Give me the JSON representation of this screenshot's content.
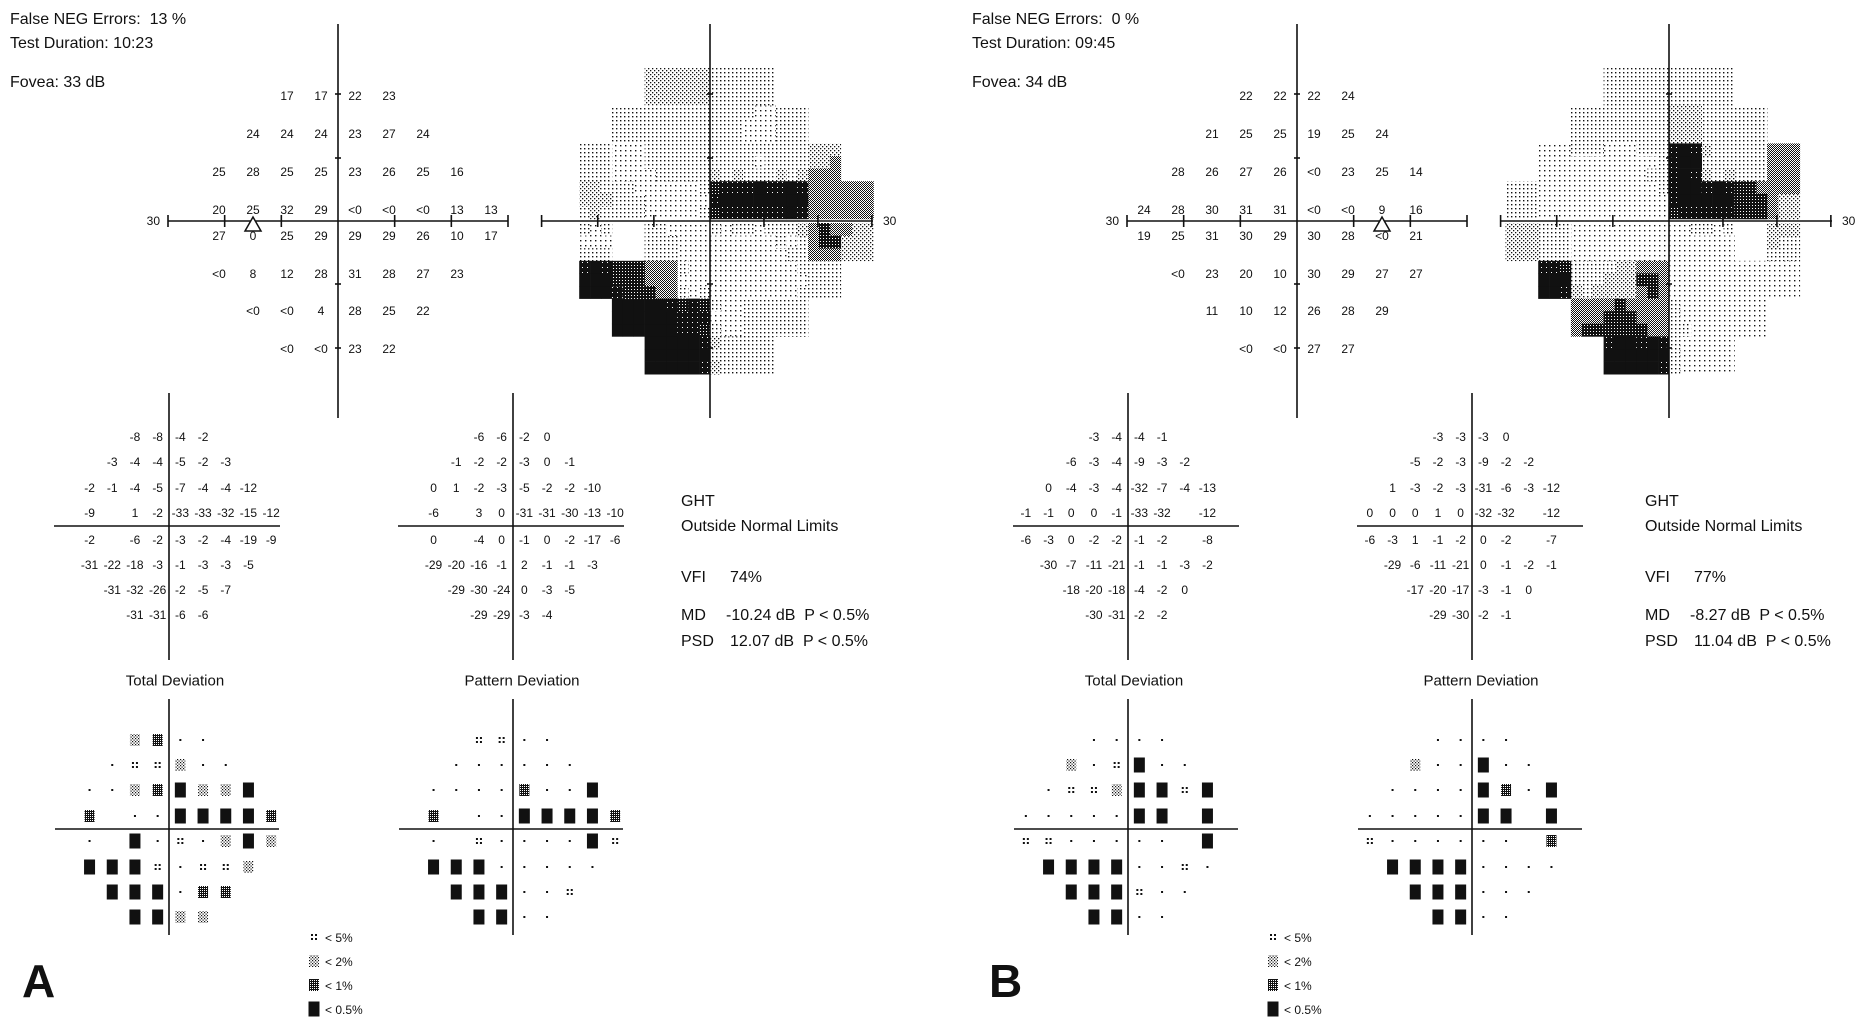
{
  "colors": {
    "ink": "#111111",
    "paper": "#ffffff"
  },
  "columns_deg": [
    -27,
    -21,
    -15,
    -9,
    -3,
    3,
    9,
    15,
    21,
    27
  ],
  "rows_deg": [
    21,
    15,
    9,
    3,
    -3,
    -9,
    -15,
    -21
  ],
  "axis_label": "30",
  "td_title": "Total Deviation",
  "pd_title": "Pattern Deviation",
  "ght_label": "GHT",
  "vfi_label": "VFI",
  "md_label": "MD",
  "psd_label": "PSD",
  "false_neg_label": "False NEG Errors:",
  "duration_label": "Test Duration:",
  "fovea_label": "Fovea:",
  "legend": [
    {
      "code": "5",
      "label": "< 5%"
    },
    {
      "code": "2",
      "label": "< 2%"
    },
    {
      "code": "1",
      "label": "< 1%"
    },
    {
      "code": "0.5",
      "label": "< 0.5%"
    }
  ],
  "panels": [
    {
      "letter": "A",
      "false_neg": "13 %",
      "duration": "10:23",
      "fovea": "33 dB",
      "ght": "Outside Normal Limits",
      "vfi": "74%",
      "md": "-10.24 dB  P < 0.5%",
      "psd": "12.07 dB  P < 0.5%",
      "blind_spot_deg": [
        -15,
        -3
      ],
      "threshold": [
        [
          null,
          null,
          null,
          "17",
          "17",
          "22",
          "23",
          null,
          null,
          null
        ],
        [
          null,
          null,
          "24",
          "24",
          "24",
          "23",
          "27",
          "24",
          null,
          null
        ],
        [
          null,
          "25",
          "28",
          "25",
          "25",
          "23",
          "26",
          "25",
          "16",
          null
        ],
        [
          null,
          "20",
          "25",
          "32",
          "29",
          "<0",
          "<0",
          "<0",
          "13",
          "13"
        ],
        [
          null,
          "27",
          "0",
          "25",
          "29",
          "29",
          "29",
          "26",
          "10",
          "17"
        ],
        [
          null,
          "<0",
          "8",
          "12",
          "28",
          "31",
          "28",
          "27",
          "23",
          null
        ],
        [
          null,
          null,
          "<0",
          "<0",
          "4",
          "28",
          "25",
          "22",
          null,
          null
        ],
        [
          null,
          null,
          null,
          "<0",
          "<0",
          "23",
          "22",
          null,
          null,
          null
        ]
      ],
      "total_deviation": [
        [
          null,
          null,
          null,
          "-8",
          "-8",
          "-4",
          "-2",
          null,
          null,
          null
        ],
        [
          null,
          null,
          "-3",
          "-4",
          "-4",
          "-5",
          "-2",
          "-3",
          null,
          null
        ],
        [
          null,
          "-2",
          "-1",
          "-4",
          "-5",
          "-7",
          "-4",
          "-4",
          "-12",
          null
        ],
        [
          null,
          "-9",
          "",
          "1",
          "-2",
          "-33",
          "-33",
          "-32",
          "-15",
          "-12"
        ],
        [
          null,
          "-2",
          "",
          "-6",
          "-2",
          "-3",
          "-2",
          "-4",
          "-19",
          "-9"
        ],
        [
          null,
          "-31",
          "-22",
          "-18",
          "-3",
          "-1",
          "-3",
          "-3",
          "-5",
          null
        ],
        [
          null,
          null,
          "-31",
          "-32",
          "-26",
          "-2",
          "-5",
          "-7",
          null,
          null
        ],
        [
          null,
          null,
          null,
          "-31",
          "-31",
          "-6",
          "-6",
          null,
          null,
          null
        ]
      ],
      "pattern_deviation": [
        [
          null,
          null,
          null,
          "-6",
          "-6",
          "-2",
          "0",
          null,
          null,
          null
        ],
        [
          null,
          null,
          "-1",
          "-2",
          "-2",
          "-3",
          "0",
          "-1",
          null,
          null
        ],
        [
          null,
          "0",
          "1",
          "-2",
          "-3",
          "-5",
          "-2",
          "-2",
          "-10",
          null
        ],
        [
          null,
          "-6",
          "",
          "3",
          "0",
          "-31",
          "-31",
          "-30",
          "-13",
          "-10"
        ],
        [
          null,
          "0",
          "",
          "-4",
          "0",
          "-1",
          "0",
          "-2",
          "-17",
          "-6"
        ],
        [
          null,
          "-29",
          "-20",
          "-16",
          "-1",
          "2",
          "-1",
          "-1",
          "-3",
          null
        ],
        [
          null,
          null,
          "-29",
          "-30",
          "-24",
          "0",
          "-3",
          "-5",
          null,
          null
        ],
        [
          null,
          null,
          null,
          "-29",
          "-29",
          "-3",
          "-4",
          null,
          null,
          null
        ]
      ],
      "total_prob": [
        [
          null,
          null,
          null,
          "2",
          "1",
          ".",
          ".",
          null,
          null,
          null
        ],
        [
          null,
          null,
          ".",
          "5",
          "5",
          "2",
          ".",
          ".",
          null,
          null
        ],
        [
          null,
          ".",
          ".",
          "2",
          "1",
          "0.5",
          "2",
          "2",
          "0.5",
          null
        ],
        [
          null,
          "1",
          "",
          ".",
          ".",
          "0.5",
          "0.5",
          "0.5",
          "0.5",
          "1"
        ],
        [
          null,
          ".",
          "",
          "0.5",
          ".",
          "5",
          ".",
          "2",
          "0.5",
          "2"
        ],
        [
          null,
          "0.5",
          "0.5",
          "0.5",
          "5",
          ".",
          "5",
          "5",
          "2",
          null
        ],
        [
          null,
          null,
          "0.5",
          "0.5",
          "0.5",
          ".",
          "1",
          "1",
          null,
          null
        ],
        [
          null,
          null,
          null,
          "0.5",
          "0.5",
          "2",
          "2",
          null,
          null,
          null
        ]
      ],
      "pattern_prob": [
        [
          null,
          null,
          null,
          "5",
          "5",
          ".",
          ".",
          null,
          null,
          null
        ],
        [
          null,
          null,
          ".",
          ".",
          ".",
          ".",
          ".",
          ".",
          null,
          null
        ],
        [
          null,
          ".",
          ".",
          ".",
          ".",
          "1",
          ".",
          ".",
          "0.5",
          null
        ],
        [
          null,
          "1",
          "",
          ".",
          ".",
          "0.5",
          "0.5",
          "0.5",
          "0.5",
          "1"
        ],
        [
          null,
          ".",
          "",
          "5",
          ".",
          ".",
          ".",
          ".",
          "0.5",
          "5"
        ],
        [
          null,
          "0.5",
          "0.5",
          "0.5",
          ".",
          ".",
          ".",
          ".",
          ".",
          null
        ],
        [
          null,
          null,
          "0.5",
          "0.5",
          "0.5",
          ".",
          ".",
          "5",
          null,
          null
        ],
        [
          null,
          null,
          null,
          "0.5",
          "0.5",
          ".",
          ".",
          null,
          null,
          null
        ]
      ]
    },
    {
      "letter": "B",
      "false_neg": "0 %",
      "duration": "09:45",
      "fovea": "34 dB",
      "ght": "Outside Normal Limits",
      "vfi": "77%",
      "md": "-8.27 dB  P < 0.5%",
      "psd": "11.04 dB  P < 0.5%",
      "blind_spot_deg": [
        15,
        -3
      ],
      "threshold": [
        [
          null,
          null,
          null,
          "22",
          "22",
          "22",
          "24",
          null,
          null,
          null
        ],
        [
          null,
          null,
          "21",
          "25",
          "25",
          "19",
          "25",
          "24",
          null,
          null
        ],
        [
          null,
          "28",
          "26",
          "27",
          "26",
          "<0",
          "23",
          "25",
          "14",
          null
        ],
        [
          "24",
          "28",
          "30",
          "31",
          "31",
          "<0",
          "<0",
          "9",
          "16",
          null
        ],
        [
          "19",
          "25",
          "31",
          "30",
          "29",
          "30",
          "28",
          "<0",
          "21",
          null
        ],
        [
          null,
          "<0",
          "23",
          "20",
          "10",
          "30",
          "29",
          "27",
          "27",
          null
        ],
        [
          null,
          null,
          "11",
          "10",
          "12",
          "26",
          "28",
          "29",
          null,
          null
        ],
        [
          null,
          null,
          null,
          "<0",
          "<0",
          "27",
          "27",
          null,
          null,
          null
        ]
      ],
      "total_deviation": [
        [
          null,
          null,
          null,
          "-3",
          "-4",
          "-4",
          "-1",
          null,
          null,
          null
        ],
        [
          null,
          null,
          "-6",
          "-3",
          "-4",
          "-9",
          "-3",
          "-2",
          null,
          null
        ],
        [
          null,
          "0",
          "-4",
          "-3",
          "-4",
          "-32",
          "-7",
          "-4",
          "-13",
          null
        ],
        [
          "-1",
          "-1",
          "0",
          "0",
          "-1",
          "-33",
          "-32",
          "",
          "-12",
          null
        ],
        [
          "-6",
          "-3",
          "0",
          "-2",
          "-2",
          "-1",
          "-2",
          "",
          "-8",
          null
        ],
        [
          null,
          "-30",
          "-7",
          "-11",
          "-21",
          "-1",
          "-1",
          "-3",
          "-2",
          null
        ],
        [
          null,
          null,
          "-18",
          "-20",
          "-18",
          "-4",
          "-2",
          "0",
          null,
          null
        ],
        [
          null,
          null,
          null,
          "-30",
          "-31",
          "-2",
          "-2",
          null,
          null,
          null
        ]
      ],
      "pattern_deviation": [
        [
          null,
          null,
          null,
          "-3",
          "-3",
          "-3",
          "0",
          null,
          null,
          null
        ],
        [
          null,
          null,
          "-5",
          "-2",
          "-3",
          "-9",
          "-2",
          "-2",
          null,
          null
        ],
        [
          null,
          "1",
          "-3",
          "-2",
          "-3",
          "-31",
          "-6",
          "-3",
          "-12",
          null
        ],
        [
          "0",
          "0",
          "0",
          "1",
          "0",
          "-32",
          "-32",
          "",
          "-12",
          null
        ],
        [
          "-6",
          "-3",
          "1",
          "-1",
          "-2",
          "0",
          "-2",
          "",
          "-7",
          null
        ],
        [
          null,
          "-29",
          "-6",
          "-11",
          "-21",
          "0",
          "-1",
          "-2",
          "-1",
          null
        ],
        [
          null,
          null,
          "-17",
          "-20",
          "-17",
          "-3",
          "-1",
          "0",
          null,
          null
        ],
        [
          null,
          null,
          null,
          "-29",
          "-30",
          "-2",
          "-1",
          null,
          null,
          null
        ]
      ],
      "total_prob": [
        [
          null,
          null,
          null,
          ".",
          ".",
          ".",
          ".",
          null,
          null,
          null
        ],
        [
          null,
          null,
          "2",
          ".",
          "5",
          "0.5",
          ".",
          ".",
          null,
          null
        ],
        [
          null,
          ".",
          "5",
          "5",
          "2",
          "0.5",
          "0.5",
          "5",
          "0.5",
          null
        ],
        [
          ".",
          ".",
          ".",
          ".",
          ".",
          "0.5",
          "0.5",
          "",
          "0.5",
          null
        ],
        [
          "5",
          "5",
          ".",
          ".",
          ".",
          ".",
          ".",
          "",
          "0.5",
          null
        ],
        [
          null,
          "0.5",
          "0.5",
          "0.5",
          "0.5",
          ".",
          ".",
          "5",
          ".",
          null
        ],
        [
          null,
          null,
          "0.5",
          "0.5",
          "0.5",
          "5",
          ".",
          ".",
          null,
          null
        ],
        [
          null,
          null,
          null,
          "0.5",
          "0.5",
          ".",
          ".",
          null,
          null,
          null
        ]
      ],
      "pattern_prob": [
        [
          null,
          null,
          null,
          ".",
          ".",
          ".",
          ".",
          null,
          null,
          null
        ],
        [
          null,
          null,
          "2",
          ".",
          ".",
          "0.5",
          ".",
          ".",
          null,
          null
        ],
        [
          null,
          ".",
          ".",
          ".",
          ".",
          "0.5",
          "1",
          ".",
          "0.5",
          null
        ],
        [
          ".",
          ".",
          ".",
          ".",
          ".",
          "0.5",
          "0.5",
          "",
          "0.5",
          null
        ],
        [
          "5",
          ".",
          ".",
          ".",
          ".",
          ".",
          ".",
          "",
          "1",
          null
        ],
        [
          null,
          "0.5",
          "0.5",
          "0.5",
          "0.5",
          ".",
          ".",
          ".",
          ".",
          null
        ],
        [
          null,
          null,
          "0.5",
          "0.5",
          "0.5",
          ".",
          ".",
          ".",
          null,
          null
        ],
        [
          null,
          null,
          null,
          "0.5",
          "0.5",
          ".",
          ".",
          null,
          null,
          null
        ]
      ]
    }
  ]
}
